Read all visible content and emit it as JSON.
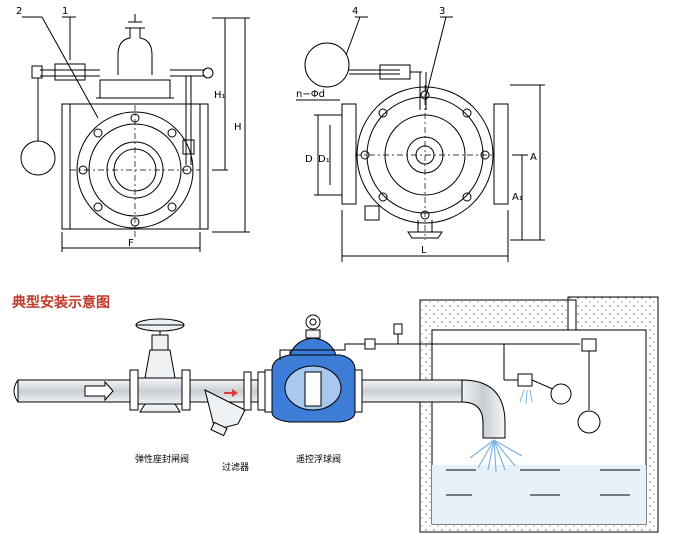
{
  "top": {
    "callouts": [
      "2",
      "1",
      "4",
      "3"
    ],
    "dims": {
      "H1": "H₁",
      "H": "H",
      "F": "F",
      "n_d": "n−Φd",
      "D": "D",
      "D1": "D₁",
      "A": "A",
      "A1": "A₁",
      "L": "L"
    }
  },
  "bottom": {
    "title": "典型安装示意图",
    "gate_valve_label": "弹性座封闸阀",
    "strainer_label": "过滤器",
    "float_valve_label": "遥控浮球阀"
  },
  "colors": {
    "line": "#000000",
    "water": "#cfe6f7",
    "valve_fill": "#3d7dd8",
    "pipe": "#d8dde3",
    "title": "#c0392b"
  }
}
